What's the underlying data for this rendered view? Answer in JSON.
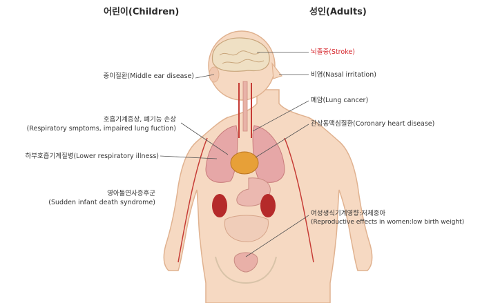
{
  "headers": {
    "children": "어린이(Children)",
    "adults": "성인(Adults)"
  },
  "children_labels": {
    "middle_ear": "중이질환(Middle ear disease)",
    "respiratory_symptoms_line1": "호흡기계증상, 폐기능 손상",
    "respiratory_symptoms_line2": "(Respiratory smptoms, impaired lung fuction)",
    "lower_respiratory": "하부호흡기계질병(Lower respiratory illness)",
    "sids_line1": "영아돌연사증후군",
    "sids_line2": "(Sudden infant death syndrome)"
  },
  "adult_labels": {
    "stroke": "뇌졸중(Stroke)",
    "nasal": "비염(Nasal irritation)",
    "lung_cancer": "폐암(Lung cancer)",
    "coronary": "관상동맥심질환(Coronary heart disease)",
    "reproductive_line1": "여성생식기계영향:저체중아",
    "reproductive_line2": "(Reproductive effects in women:low birth weight)"
  },
  "colors": {
    "skin": "#f6d9c2",
    "skin_outline": "#e0b290",
    "brain": "#efe0c4",
    "lung": "#e6a7a7",
    "heart": "#e7a038",
    "vessel": "#c63b35",
    "stroke_text": "#d6262c",
    "leader_line": "#555555"
  }
}
